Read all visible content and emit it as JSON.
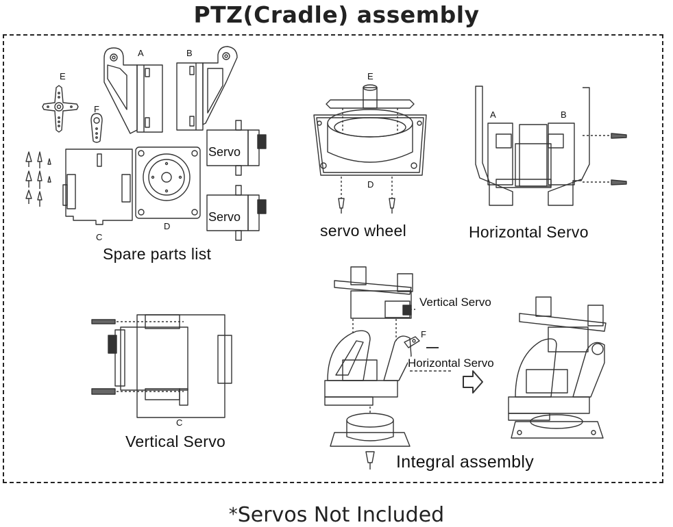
{
  "title": "PTZ(Cradle)  assembly",
  "part_letters": {
    "a": "A",
    "b": "B",
    "c": "C",
    "d": "D",
    "e": "E",
    "f": "F"
  },
  "servo_label": "Servo",
  "captions": {
    "spare_parts": "Spare parts list",
    "servo_wheel": "servo wheel",
    "horizontal_servo": "Horizontal Servo",
    "vertical_servo": "Vertical Servo",
    "integral_assembly": "Integral assembly"
  },
  "inline_labels": {
    "vertical_servo": "Vertical Servo",
    "horizontal_servo": "Horizontal Servo"
  },
  "footnote": {
    "star": "*",
    "text": "Servos Not Included"
  }
}
